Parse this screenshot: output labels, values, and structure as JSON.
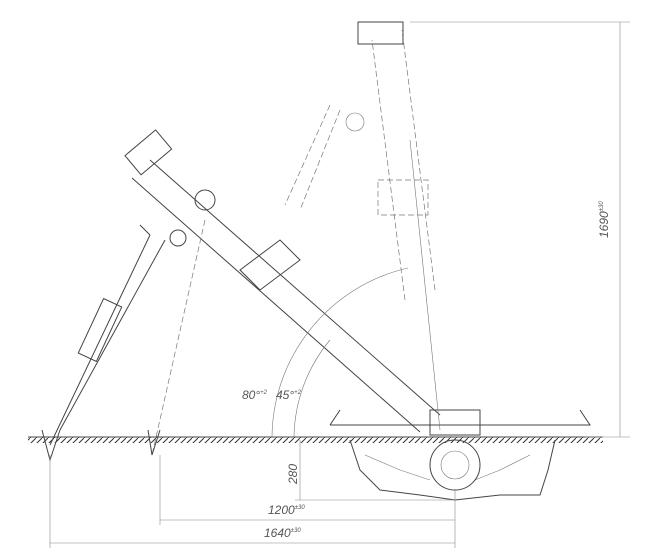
{
  "drawing": {
    "title": "Mortar firing positions technical drawing",
    "dimensions": {
      "height": {
        "value": "1690",
        "tolerance": "±30"
      },
      "depth": {
        "value": "280",
        "tolerance": ""
      },
      "bipod_near": {
        "value": "1200",
        "tolerance": "±30"
      },
      "bipod_far": {
        "value": "1640",
        "tolerance": "±30"
      },
      "angle_max": {
        "value": "80°",
        "tolerance": "+2"
      },
      "angle_min": {
        "value": "45°",
        "tolerance": "+2"
      }
    }
  }
}
